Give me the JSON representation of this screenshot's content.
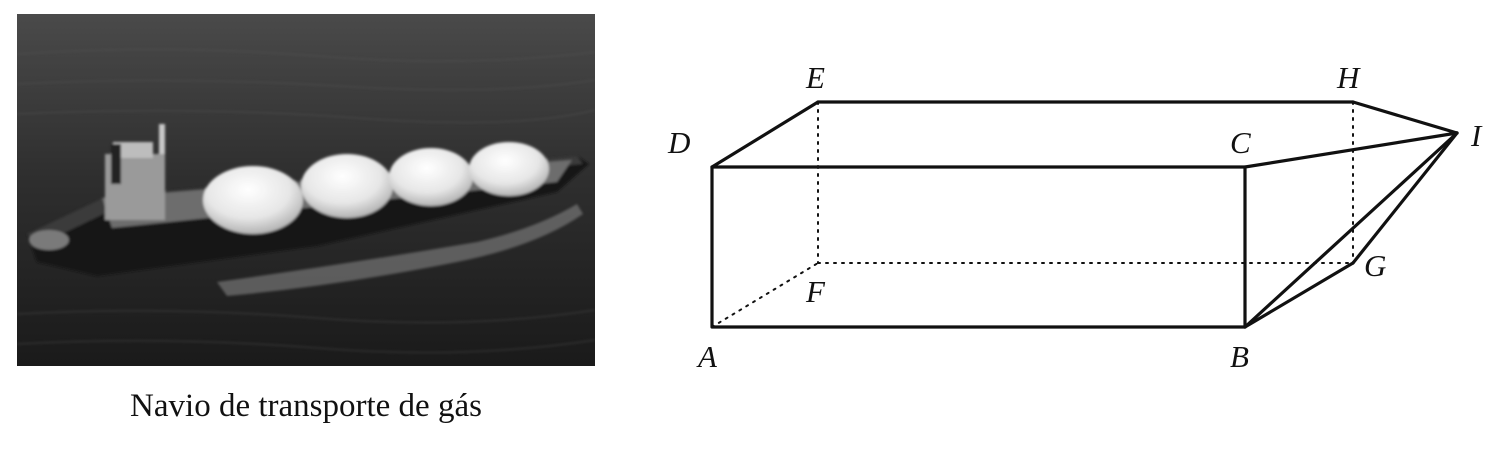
{
  "photo": {
    "caption": "Navio de transporte de gás"
  },
  "diagram": {
    "vertices": {
      "A": "A",
      "B": "B",
      "C": "C",
      "D": "D",
      "E": "E",
      "F": "F",
      "G": "G",
      "H": "H",
      "I": "I"
    },
    "visible_edges": [
      "AB",
      "BC",
      "CD",
      "DA",
      "DE",
      "EH",
      "HI",
      "CI",
      "BI",
      "BG",
      "GI"
    ],
    "hidden_edges": [
      "EF",
      "AF",
      "FG",
      "HG"
    ]
  }
}
